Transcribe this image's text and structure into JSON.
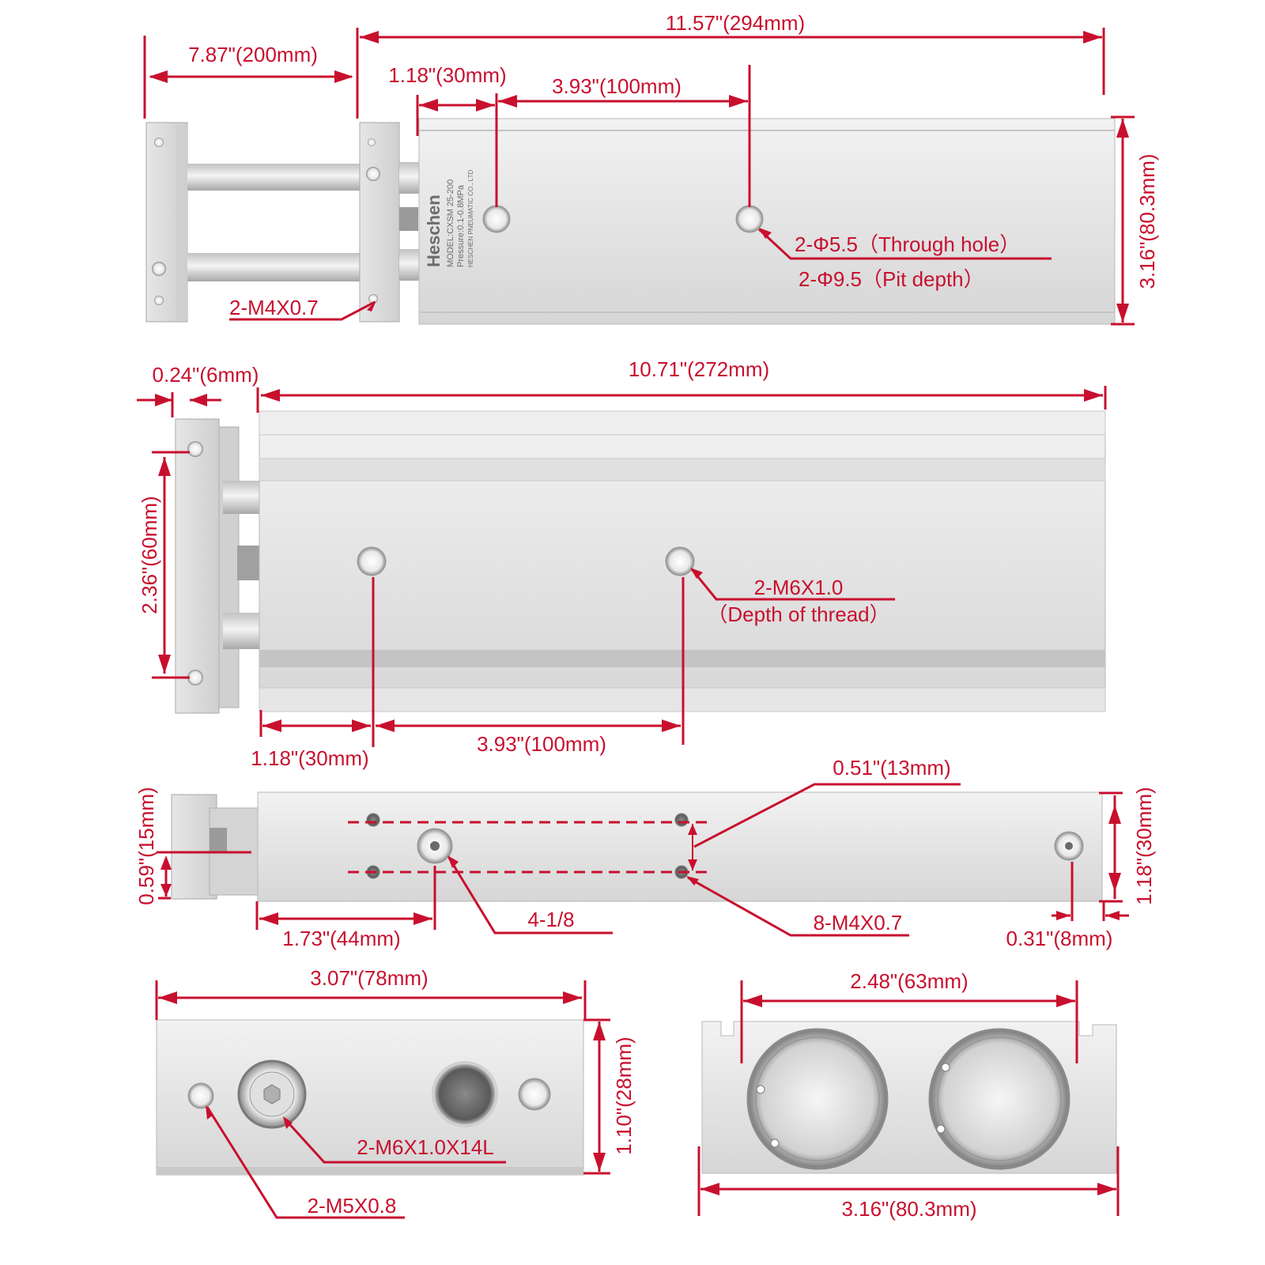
{
  "colors": {
    "dimension": "#c8102e",
    "aluminum": "#dcdcdc",
    "aluminum_dark": "#b8b8b8",
    "aluminum_light": "#ececec",
    "background": "#ffffff"
  },
  "product": {
    "brand": "Heschen",
    "model": "MODEL:CXSM 25-200",
    "pressure": "Pressure:0.1-0.8MPa",
    "maker": "HESCHEN PNEUMATIC CO., LTD"
  },
  "top_view": {
    "stroke": "7.87\"(200mm)",
    "overall_length": "11.57\"(294mm)",
    "hole_offset": "1.18\"(30mm)",
    "hole_spacing": "3.93\"(100mm)",
    "height": "3.16\"(80.3mm)",
    "through_hole": "2-Φ5.5（Through hole）",
    "pit_depth": "2-Φ9.5（Pit depth）",
    "plate_thread": "2-M4X0.7"
  },
  "side_view": {
    "plate_thickness": "0.24\"(6mm)",
    "body_length": "10.71\"(272mm)",
    "plate_hole_spacing": "2.36\"(60mm)",
    "thread": "2-M6X1.0",
    "thread_note": "（Depth of thread）",
    "hole_offset": "1.18\"(30mm)",
    "hole_spacing": "3.93\"(100mm)"
  },
  "bottom_view": {
    "height_offset": "0.59\"(15mm)",
    "row_spacing": "0.51\"(13mm)",
    "height": "1.18\"(30mm)",
    "port_offset": "1.73\"(44mm)",
    "port": "4-1/8",
    "thread": "8-M4X0.7",
    "end_offset": "0.31\"(8mm)"
  },
  "end_view_plate": {
    "width": "3.07\"(78mm)",
    "height": "1.10\"(28mm)",
    "bolt": "2-M6X1.0X14L",
    "thread": "2-M5X0.8"
  },
  "end_view_body": {
    "bore_span": "2.48\"(63mm)",
    "width": "3.16\"(80.3mm)"
  }
}
